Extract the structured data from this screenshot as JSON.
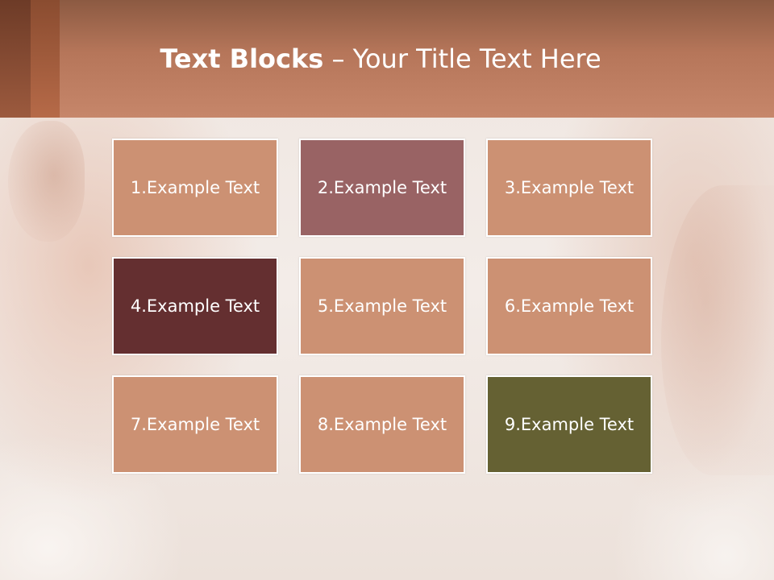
{
  "header": {
    "title_bold": "Text Blocks",
    "title_rest": " – Your Title Text Here"
  },
  "blocks": [
    {
      "label": "1.Example Text",
      "color": "#cc9173"
    },
    {
      "label": "2.Example Text",
      "color": "#996364"
    },
    {
      "label": "3.Example Text",
      "color": "#cc9173"
    },
    {
      "label": "4.Example Text",
      "color": "#642f30"
    },
    {
      "label": "5.Example Text",
      "color": "#cc9173"
    },
    {
      "label": "6.Example Text",
      "color": "#cc9173"
    },
    {
      "label": "7.Example Text",
      "color": "#cc9173"
    },
    {
      "label": "8.Example Text",
      "color": "#cc9173"
    },
    {
      "label": "9.Example Text",
      "color": "#656133"
    }
  ],
  "colors": {
    "header_top": "#8c5a42",
    "header_bottom": "#c6866a",
    "block_border": "#ffffff"
  }
}
